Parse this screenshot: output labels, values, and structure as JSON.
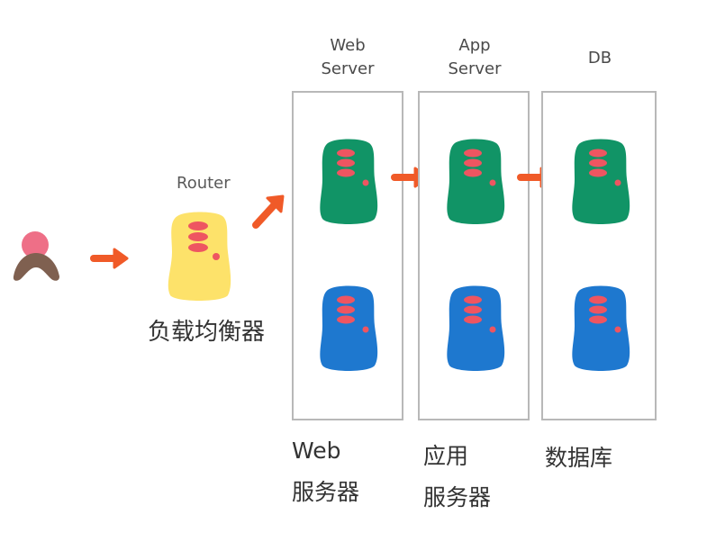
{
  "router": {
    "label": "Router",
    "caption": "负载均衡器"
  },
  "columns": [
    {
      "id": "web",
      "top_label": [
        "Web",
        "Server"
      ],
      "bottom_label": [
        "Web",
        "服务器"
      ]
    },
    {
      "id": "app",
      "top_label": [
        "App",
        "Server"
      ],
      "bottom_label": [
        "应用",
        "服务器"
      ]
    },
    {
      "id": "db",
      "top_label": [
        "DB"
      ],
      "bottom_label": [
        "数据库"
      ]
    }
  ],
  "colors": {
    "arrow": "#f05a28",
    "router": "#fde26a",
    "server_green": "#119466",
    "server_blue": "#1e78cf",
    "light_red": "#ee5561",
    "user_head": "#ee6f87",
    "user_body": "#7f6050",
    "box_border": "#b8b8b8"
  }
}
